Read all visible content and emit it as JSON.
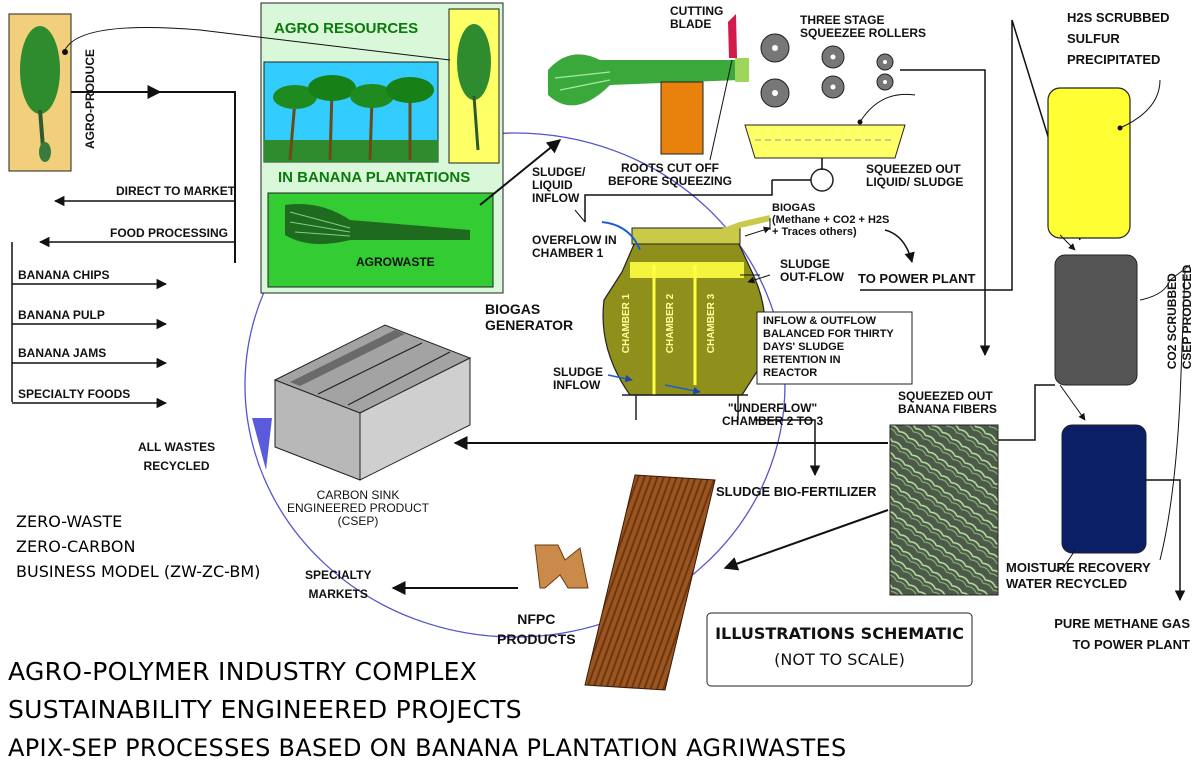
{
  "labels": {
    "agro_produce": "AGRO-PRODUCE",
    "agro_resources": "AGRO RESOURCES",
    "in_banana_plantations": "IN BANANA PLANTATIONS",
    "agrowaste": "AGROWASTE",
    "direct_to_market": "DIRECT TO MARKET",
    "food_processing": "FOOD PROCESSING",
    "banana_chips": "BANANA CHIPS",
    "banana_pulp": "BANANA PULP",
    "banana_jams": "BANANA JAMS",
    "specialty_foods": "SPECIALTY FOODS",
    "cutting_blade": "CUTTING\nBLADE",
    "three_stage_rollers": "THREE STAGE\nSQUEEZEE ROLLERS",
    "roots_cut_off": "ROOTS CUT OFF\nBEFORE SQUEEZING",
    "squeezed_out_liquid": "SQUEEZED OUT\nLIQUID/ SLUDGE",
    "sludge_liquid_inflow": "SLUDGE/\nLIQUID\nINFLOW",
    "overflow_chamber1": "OVERFLOW IN\nCHAMBER 1",
    "biogas": "BIOGAS\n(Methane + CO2 + H2S\n+ Traces others)",
    "to_power_plant": "TO POWER PLANT",
    "sludge_outflow": "SLUDGE\nOUT-FLOW",
    "biogas_generator": "BIOGAS\nGENERATOR",
    "chamber1": "CHAMBER 1",
    "chamber2": "CHAMBER 2",
    "chamber3": "CHAMBER 3",
    "inflow_outflow_note": "INFLOW & OUTFLOW\nBALANCED FOR THIRTY\nDAYS' SLUDGE\nRETENTION IN\nREACTOR",
    "sludge_inflow": "SLUDGE\nINFLOW",
    "underflow": "\"UNDERFLOW\"\nCHAMBER 2 TO 3",
    "squeezed_fibers": "SQUEEZED OUT\nBANANA FIBERS",
    "h2s_scrubbed": "H2S SCRUBBED\nSULFUR\nPRECIPITATED",
    "co2_scrubbed": "CO2 SCRUBBED\nCSEP PRODUCED",
    "moisture_recovery": "MOISTURE RECOVERY\nWATER RECYCLED",
    "pure_methane": "PURE METHANE GAS\nTO POWER PLANT",
    "all_wastes_recycled": "ALL WASTES\nRECYCLED",
    "carbon_sink": "CARBON SINK\nENGINEERED PRODUCT\n(CSEP)",
    "sludge_bio_fertilizer": "SLUDGE BIO-FERTILIZER",
    "zero_waste": "ZERO-WASTE",
    "zero_carbon": "ZERO-CARBON",
    "business_model": "BUSINESS MODEL (ZW-ZC-BM)",
    "specialty_markets": "SPECIALTY\nMARKETS",
    "nfpc_products": "NFPC\nPRODUCTS",
    "illustrations_schematic": "ILLUSTRATIONS SCHEMATIC",
    "not_to_scale": "(NOT TO SCALE)",
    "footer1": "AGRO-POLYMER INDUSTRY COMPLEX",
    "footer2": "SUSTAINABILITY ENGINEERED PROJECTS",
    "footer3": "APIX-SEP PROCESSES BASED ON BANANA PLANTATION AGRIWASTES"
  },
  "colors": {
    "plant_green": "#2e8b2e",
    "light_green_panel": "#33cc33",
    "sky_panel": "#33ccff",
    "produce_panel": "#f2cf7a",
    "yellow_panel": "#ffff66",
    "orange_block": "#e8820c",
    "olive_tank": "#8f8f1c",
    "h2s_tank": "#ffff33",
    "co2_tank": "#555555",
    "moisture_tank": "#0b1f66",
    "cycle_circle": "#5555cc",
    "wood": "#8a4a1a"
  }
}
